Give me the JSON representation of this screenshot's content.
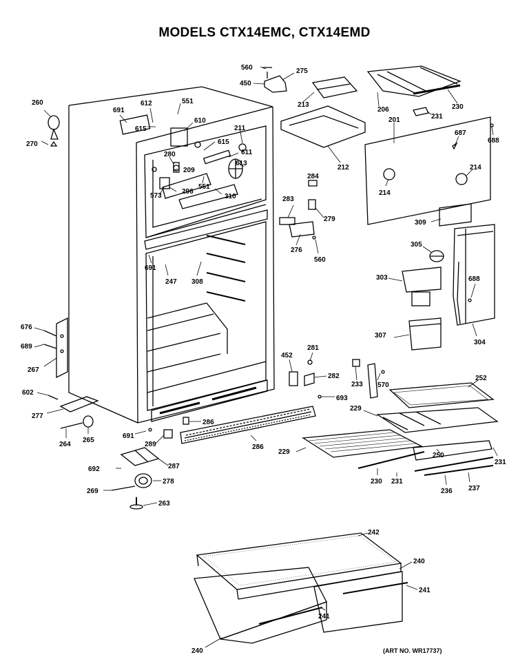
{
  "title": "MODELS CTX14EMC, CTX14EMD",
  "art_number": "(ART NO. WR17737)",
  "callouts": [
    {
      "key": "c560a",
      "text": "560"
    },
    {
      "key": "c275",
      "text": "275"
    },
    {
      "key": "c450",
      "text": "450"
    },
    {
      "key": "c260",
      "text": "260"
    },
    {
      "key": "c270",
      "text": "270"
    },
    {
      "key": "c612",
      "text": "612"
    },
    {
      "key": "c551a",
      "text": "551"
    },
    {
      "key": "c691a",
      "text": "691"
    },
    {
      "key": "c610",
      "text": "610"
    },
    {
      "key": "c615a",
      "text": "615"
    },
    {
      "key": "c211",
      "text": "211"
    },
    {
      "key": "c280",
      "text": "280"
    },
    {
      "key": "c615b",
      "text": "615"
    },
    {
      "key": "c611",
      "text": "611"
    },
    {
      "key": "c209",
      "text": "209"
    },
    {
      "key": "c613",
      "text": "613"
    },
    {
      "key": "c551b",
      "text": "551"
    },
    {
      "key": "c573",
      "text": "573"
    },
    {
      "key": "c296",
      "text": "296"
    },
    {
      "key": "c310",
      "text": "310"
    },
    {
      "key": "c213",
      "text": "213"
    },
    {
      "key": "c212",
      "text": "212"
    },
    {
      "key": "c206",
      "text": "206"
    },
    {
      "key": "c230a",
      "text": "230"
    },
    {
      "key": "c231a",
      "text": "231"
    },
    {
      "key": "c201",
      "text": "201"
    },
    {
      "key": "c687",
      "text": "687"
    },
    {
      "key": "c688a",
      "text": "688"
    },
    {
      "key": "c214a",
      "text": "214"
    },
    {
      "key": "c214b",
      "text": "214"
    },
    {
      "key": "c284",
      "text": "284"
    },
    {
      "key": "c283",
      "text": "283"
    },
    {
      "key": "c279",
      "text": "279"
    },
    {
      "key": "c276",
      "text": "276"
    },
    {
      "key": "c560b",
      "text": "560"
    },
    {
      "key": "c309",
      "text": "309"
    },
    {
      "key": "c305",
      "text": "305"
    },
    {
      "key": "c303",
      "text": "303"
    },
    {
      "key": "c688b",
      "text": "688"
    },
    {
      "key": "c691b",
      "text": "691"
    },
    {
      "key": "c247",
      "text": "247"
    },
    {
      "key": "c308",
      "text": "308"
    },
    {
      "key": "c307",
      "text": "307"
    },
    {
      "key": "c304",
      "text": "304"
    },
    {
      "key": "c676",
      "text": "676"
    },
    {
      "key": "c689",
      "text": "689"
    },
    {
      "key": "c267",
      "text": "267"
    },
    {
      "key": "c452",
      "text": "452"
    },
    {
      "key": "c281",
      "text": "281"
    },
    {
      "key": "c282",
      "text": "282"
    },
    {
      "key": "c233",
      "text": "233"
    },
    {
      "key": "c570",
      "text": "570"
    },
    {
      "key": "c252",
      "text": "252"
    },
    {
      "key": "c693",
      "text": "693"
    },
    {
      "key": "c602",
      "text": "602"
    },
    {
      "key": "c277",
      "text": "277"
    },
    {
      "key": "c286a",
      "text": "286"
    },
    {
      "key": "c229a",
      "text": "229"
    },
    {
      "key": "c691c",
      "text": "691"
    },
    {
      "key": "c289",
      "text": "289"
    },
    {
      "key": "c286b",
      "text": "286"
    },
    {
      "key": "c264",
      "text": "264"
    },
    {
      "key": "c265",
      "text": "265"
    },
    {
      "key": "c229b",
      "text": "229"
    },
    {
      "key": "c250",
      "text": "250"
    },
    {
      "key": "c231b",
      "text": "231"
    },
    {
      "key": "c692",
      "text": "692"
    },
    {
      "key": "c287",
      "text": "287"
    },
    {
      "key": "c230b",
      "text": "230"
    },
    {
      "key": "c231c",
      "text": "231"
    },
    {
      "key": "c236",
      "text": "236"
    },
    {
      "key": "c237",
      "text": "237"
    },
    {
      "key": "c278",
      "text": "278"
    },
    {
      "key": "c269",
      "text": "269"
    },
    {
      "key": "c263",
      "text": "263"
    },
    {
      "key": "c242",
      "text": "242"
    },
    {
      "key": "c240a",
      "text": "240"
    },
    {
      "key": "c241a",
      "text": "241"
    },
    {
      "key": "c241b",
      "text": "241"
    },
    {
      "key": "c240b",
      "text": "240"
    }
  ]
}
